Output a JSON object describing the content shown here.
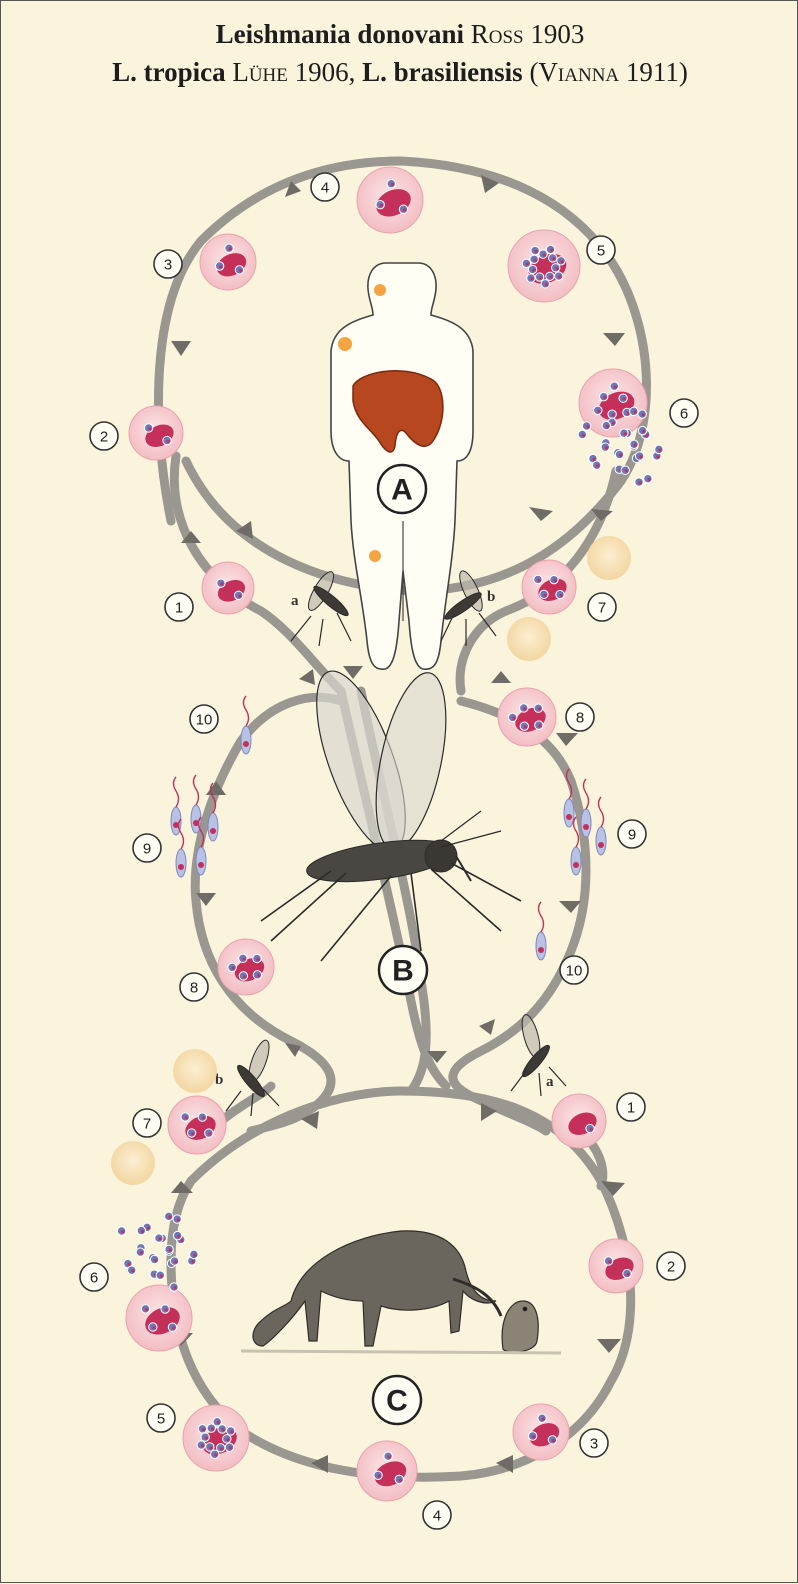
{
  "title": {
    "line1_species": "Leishmania donovani",
    "line1_author": "Ross 1903",
    "line2_species_a": "L. tropica",
    "line2_author_a": "Lühe 1906,",
    "line2_species_b": "L. brasiliensis",
    "line2_author_b": "(Vianna 1911)"
  },
  "hosts": {
    "human": "A",
    "sandfly": "B",
    "dog": "C"
  },
  "vectors": {
    "a": "a",
    "b": "b"
  },
  "cycle_a": [
    "1",
    "2",
    "3",
    "4",
    "5",
    "6",
    "7"
  ],
  "cycle_b_left": [
    "8",
    "9",
    "10"
  ],
  "cycle_b_right": [
    "8",
    "9",
    "10"
  ],
  "cycle_c": [
    "1",
    "2",
    "3",
    "4",
    "5",
    "6",
    "7"
  ],
  "colors": {
    "background": "#fbf4dc",
    "arrow_path": "#9a9690",
    "cell_body": "#f3c6c9",
    "nucleus": "#c4305a",
    "parasite": "#6c78b8",
    "organ": "#b7471f",
    "lesion": "#f4a540",
    "free_cell": "#f7dfb6"
  }
}
